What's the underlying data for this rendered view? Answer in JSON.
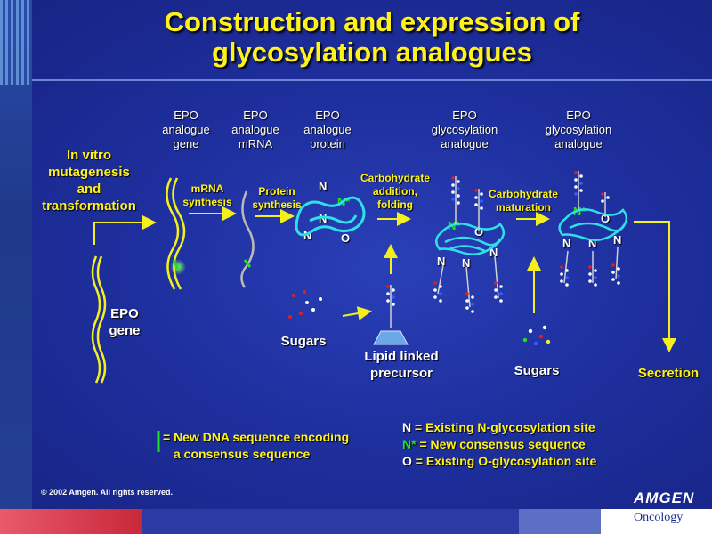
{
  "title_line1": "Construction and expression of",
  "title_line2": "glycosylation analogues",
  "columns": {
    "gene": [
      "EPO",
      "analogue",
      "gene"
    ],
    "mrna": [
      "EPO",
      "analogue",
      "mRNA"
    ],
    "protein": [
      "EPO",
      "analogue",
      "protein"
    ],
    "glyco1": [
      "EPO",
      "glycosylation",
      "analogue"
    ],
    "glyco2": [
      "EPO",
      "glycosylation",
      "analogue"
    ]
  },
  "steps": {
    "mutagenesis": [
      "In vitro",
      "mutagenesis",
      "and",
      "transformation"
    ],
    "mrna_synthesis": [
      "mRNA",
      "synthesis"
    ],
    "protein_synthesis": [
      "Protein",
      "synthesis"
    ],
    "carb_addition": [
      "Carbohydrate",
      "addition,",
      "folding"
    ],
    "carb_maturation": [
      "Carbohydrate",
      "maturation"
    ],
    "secretion": "Secretion"
  },
  "labels": {
    "epo_gene": [
      "EPO",
      "gene"
    ],
    "sugars1": "Sugars",
    "sugars2": "Sugars",
    "lipid": [
      "Lipid linked",
      "precursor"
    ],
    "n": "N",
    "nstar": "N*",
    "o": "O"
  },
  "legend": {
    "dna_line1": "= New DNA sequence encoding",
    "dna_line2": "a consensus sequence",
    "n_key": "N",
    "n_text": " = Existing N-glycosylation site",
    "nstar_key": "N*",
    "nstar_text": " = New consensus sequence",
    "o_key": "O",
    "o_text": " = Existing O-glycosylation site"
  },
  "footer": {
    "copyright": "© 2002 Amgen. All rights reserved.",
    "logo": "AMGEN",
    "division": "Oncology"
  },
  "colors": {
    "title": "#fff21a",
    "new_site": "#21e021",
    "protein": "#2fe0e8",
    "dna": "#f5ef1e",
    "background": "#1e2f9e"
  }
}
